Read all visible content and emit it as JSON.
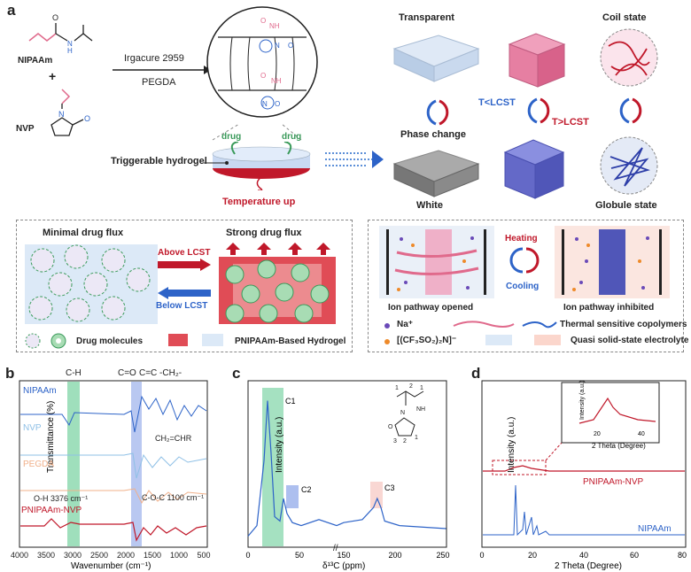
{
  "figure": {
    "panel_a": {
      "letter": "a",
      "monomer_1": "NIPAAm",
      "plus": "+",
      "monomer_2": "NVP",
      "reagent_1": "Irgacure 2959",
      "reagent_2": "PEGDA",
      "hydrogel_label": "Triggerable hydrogel",
      "drug_left": "drug",
      "drug_right": "drug",
      "temperature_label": "Temperature up",
      "transparent_label": "Transparent",
      "coil_label": "Coil state",
      "phase_change_label": "Phase change",
      "below_lcst": "T<LCST",
      "above_lcst": "T>LCST",
      "white_label": "White",
      "globule_label": "Globule state",
      "minimal_flux": "Minimal drug flux",
      "strong_flux": "Strong drug flux",
      "above_lcst_arrow": "Above LCST",
      "below_lcst_arrow": "Below LCST",
      "legend_drug": "Drug molecules",
      "legend_hydrogel": "PNIPAAm-Based Hydrogel",
      "heating": "Heating",
      "cooling": "Cooling",
      "ion_opened": "Ion pathway opened",
      "ion_inhibited": "Ion pathway inhibited",
      "legend_na": "Na⁺",
      "legend_copolymer": "Thermal sensitive copolymers",
      "legend_anion": "[(CF₃SO₂)₂N]⁻",
      "legend_electrolyte": "Quasi solid-state electrolyte",
      "colors": {
        "red": "#c0182a",
        "blue": "#2d63c8",
        "pink": "#e06a8c",
        "green": "#3a9a5a"
      }
    },
    "panel_b": {
      "letter": "b",
      "ylabel": "Transmittance (%)",
      "xlabel": "Wavenumber (cm⁻¹)",
      "band_ch": "C-H",
      "band_co": "C=O",
      "band_cc": "C=C -CH₂-",
      "annot_ch2": "CH₂=CHR",
      "annot_oh": "O-H 3376 cm⁻¹",
      "annot_coc": "C-O-C 1100 cm⁻¹",
      "x_ticks": [
        "4000",
        "3500",
        "3000",
        "2500",
        "2000",
        "1500",
        "1000",
        "500"
      ]
    },
    "panel_c": {
      "letter": "c",
      "ylabel": "Intensity (a.u.)",
      "xlabel": "δ¹³C (ppm)",
      "peak_c1": "C1",
      "peak_c2": "C2",
      "peak_c3": "C3",
      "x_ticks": [
        "0",
        "50",
        "150",
        "200",
        "250"
      ]
    },
    "panel_d": {
      "letter": "d",
      "ylabel": "Intensity (a.u.)",
      "xlabel": "2 Theta (Degree)",
      "x_ticks": [
        "0",
        "20",
        "40",
        "60",
        "80"
      ],
      "inset_ylabel": "Intensity (a.u.)",
      "inset_xlabel": "2 Theta (Degree)",
      "inset_ticks": [
        "20",
        "40"
      ]
    }
  },
  "chart_data": [
    {
      "type": "line",
      "panel": "b",
      "xlabel": "Wavenumber (cm⁻¹)",
      "ylabel": "Transmittance (%)",
      "xlim": [
        4000,
        500
      ],
      "series": [
        {
          "name": "NIPAAm",
          "color": "#2d63c8"
        },
        {
          "name": "NVP",
          "color": "#8fc0e6"
        },
        {
          "name": "PEGDA",
          "color": "#f0b08a"
        },
        {
          "name": "PNIPAAm-NVP",
          "color": "#c0182a"
        }
      ]
    },
    {
      "type": "line",
      "panel": "c",
      "xlabel": "δ¹³C (ppm)",
      "ylabel": "Intensity (a.u.)",
      "x": [
        0,
        10,
        18,
        22,
        26,
        30,
        36,
        40,
        44,
        50,
        60,
        80,
        100,
        140,
        160,
        172,
        176,
        180,
        184,
        200,
        250
      ],
      "y": [
        0.05,
        0.12,
        0.55,
        0.95,
        0.6,
        0.18,
        0.15,
        0.3,
        0.2,
        0.14,
        0.12,
        0.16,
        0.12,
        0.14,
        0.16,
        0.24,
        0.3,
        0.24,
        0.15,
        0.12,
        0.1
      ]
    },
    {
      "type": "line",
      "panel": "d",
      "xlabel": "2 Theta (Degree)",
      "ylabel": "Intensity (a.u.)",
      "xlim": [
        0,
        80
      ],
      "series": [
        {
          "name": "PNIPAAm-NVP",
          "color": "#c0182a"
        },
        {
          "name": "NIPAAm",
          "color": "#2d63c8"
        }
      ]
    }
  ]
}
